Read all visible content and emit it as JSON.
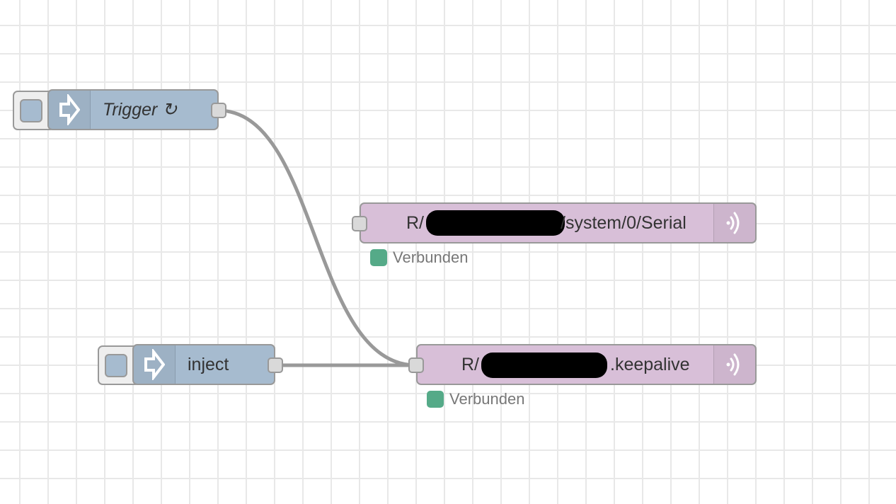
{
  "nodes": {
    "trigger": {
      "label": "Trigger ↻",
      "icon": "inject-arrow-icon"
    },
    "inject": {
      "label": "inject",
      "icon": "inject-arrow-icon"
    },
    "mqtt_serial": {
      "topic_prefix": "R/",
      "topic_suffix": "/system/0/Serial",
      "icon": "mqtt-wave-icon",
      "status": "Verbunden",
      "status_color": "#55aa88"
    },
    "mqtt_keepalive": {
      "topic_prefix": "R/",
      "topic_suffix": ".keepalive",
      "icon": "mqtt-wave-icon",
      "status": "Verbunden",
      "status_color": "#55aa88"
    }
  },
  "colors": {
    "inject_node": "#a6bbcf",
    "mqtt_node": "#d8bfd8",
    "wire": "#999999",
    "grid": "#e8e8e8"
  }
}
